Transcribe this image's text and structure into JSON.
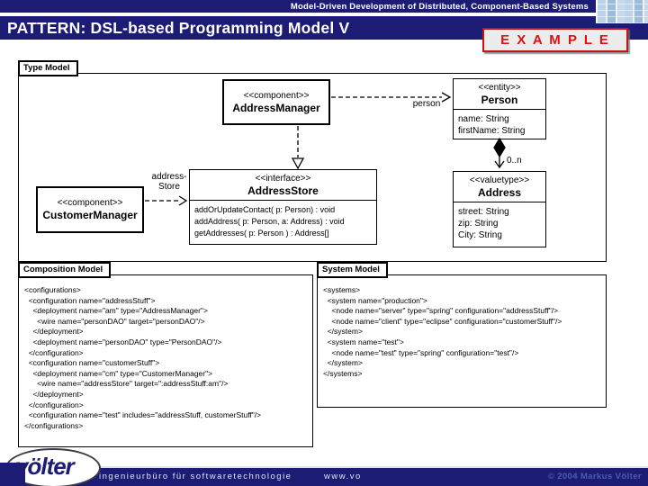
{
  "header": {
    "eyebrow": "Model-Driven Development of Distributed, Component-Based Systems",
    "title": "PATTERN: DSL-based Programming Model V",
    "badge": "E X A M P L E"
  },
  "diagram": {
    "type_model": {
      "tab": "Type Model",
      "classes": {
        "address_manager": {
          "stereotype": "<<component>>",
          "name": "AddressManager"
        },
        "customer_manager": {
          "stereotype": "<<component>>",
          "name": "CustomerManager"
        },
        "address_store": {
          "stereotype": "<<interface>>",
          "name": "AddressStore",
          "methods": [
            "addOrUpdateContact( p: Person) : void",
            "addAddress( p: Person, a: Address) : void",
            "getAddresses( p: Person ) : Address[]"
          ]
        },
        "person": {
          "stereotype": "<<entity>>",
          "name": "Person",
          "attributes": [
            "name: String",
            "firstName: String"
          ]
        },
        "address": {
          "stereotype": "<<valuetype>>",
          "name": "Address",
          "attributes": [
            "street: String",
            "zip: String",
            "City: String"
          ]
        }
      },
      "wire_labels": {
        "person": "person",
        "address_store_line1": "address-",
        "address_store_line2": "Store",
        "multiplicity": "0..n"
      }
    },
    "composition_model": {
      "tab": "Composition Model",
      "code": [
        "<configurations>",
        "  <configuration name=\"addressStuff\">",
        "    <deployment name=\"am\" type=\"AddressManager\">",
        "      <wire name=\"personDAO\" target=\"personDAO\"/>",
        "    </deployment>",
        "    <deployment name=\"personDAO\" type=\"PersonDAO\"/>",
        "  </configuration>",
        "  <configuration name=\"customerStuff\">",
        "    <deployment name=\"cm\" type=\"CustomerManager\">",
        "      <wire name=\"addressStore\" target=\":addressStuff:am\"/>",
        "    </deployment>",
        "  </configuration>",
        "  <configuration name=\"test\" includes=\"addressStuff, customerStuff\"/>",
        "</configurations>"
      ]
    },
    "system_model": {
      "tab": "System Model",
      "code": [
        "<systems>",
        "  <system name=\"production\">",
        "    <node name=\"server\" type=\"spring\" configuration=\"addressStuff\"/>",
        "    <node name=\"client\" type=\"eclipse\" configuration=\"customerStuff\"/>",
        "  </system>",
        "  <system name=\"test\">",
        "    <node name=\"test\" type=\"spring\" configuration=\"test\"/>",
        "  </system>",
        "</systems>"
      ]
    }
  },
  "footer": {
    "logo": "völter",
    "tagline": "ingenieurbüro für softwaretechnologie",
    "url": "www.vo",
    "copyright": "© 2004  Markus Völter"
  },
  "colors": {
    "navy": "#1c1c75",
    "badge_red": "#e01010",
    "photo_blue": "#bcd2e8"
  }
}
